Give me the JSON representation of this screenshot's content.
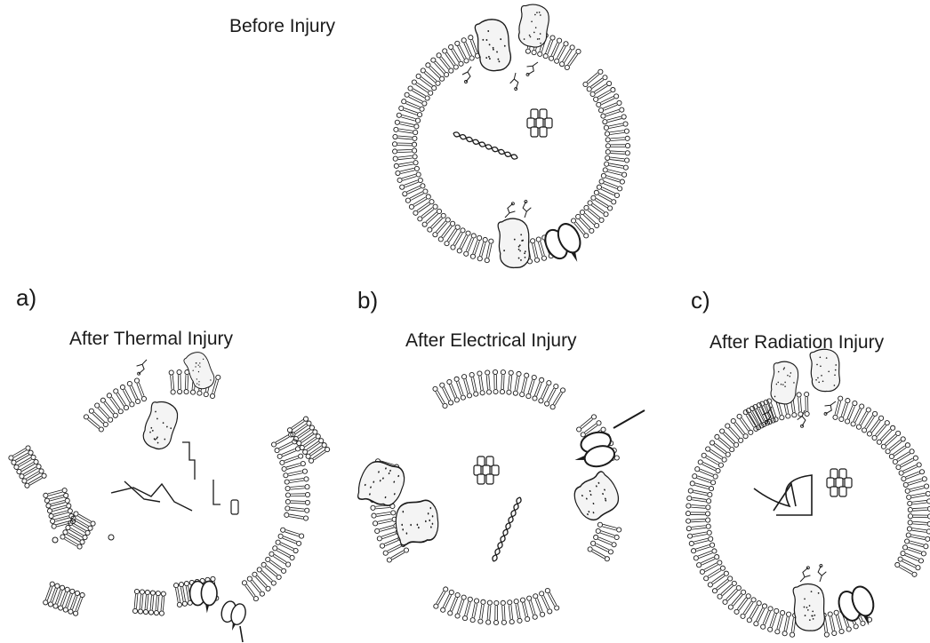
{
  "labels": {
    "before": "Before Injury",
    "panel_a_letter": "a)",
    "panel_a_title": "After Thermal Injury",
    "panel_b_letter": "b)",
    "panel_b_title": "After Electrical Injury",
    "panel_c_letter": "c)",
    "panel_c_title": "After Radiation Injury"
  },
  "colors": {
    "ink": "#1a1a1a",
    "background": "#ffffff",
    "protein_fill": "#f4f4f4"
  }
}
